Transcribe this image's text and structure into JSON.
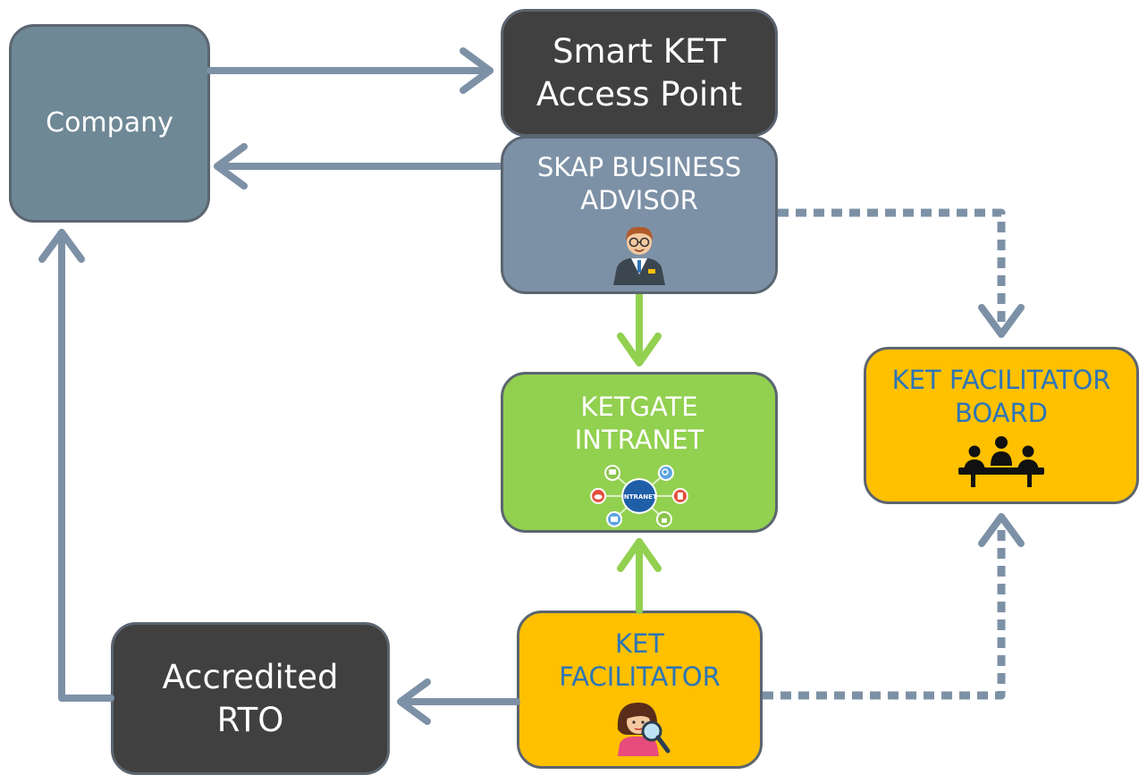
{
  "nodes": {
    "company": {
      "label": "Company"
    },
    "access_point": {
      "line1": "Smart KET",
      "line2": "Access Point"
    },
    "business_advisor": {
      "line1": "SKAP BUSINESS",
      "line2": "ADVISOR",
      "icon": "business-advisor-icon"
    },
    "intranet": {
      "line1": "KETGATE",
      "line2": "INTRANET",
      "icon": "intranet-icon",
      "icon_text": "INTRANET"
    },
    "facilitator_board": {
      "line1": "KET FACILITATOR",
      "line2": "BOARD",
      "icon": "meeting-icon"
    },
    "facilitator": {
      "line1": "KET",
      "line2": "FACILITATOR",
      "icon": "search-woman-icon"
    },
    "rto": {
      "line1": "Accredited",
      "line2": "RTO"
    }
  },
  "colors": {
    "company": "#6f8896",
    "dark_box": "#404040",
    "advisor": "#7d91a6",
    "intranet": "#92d050",
    "facilitator": "#ffc000",
    "arrow_gray": "#7d91a6",
    "arrow_green": "#92d050",
    "label_blue": "#2e75b6"
  }
}
